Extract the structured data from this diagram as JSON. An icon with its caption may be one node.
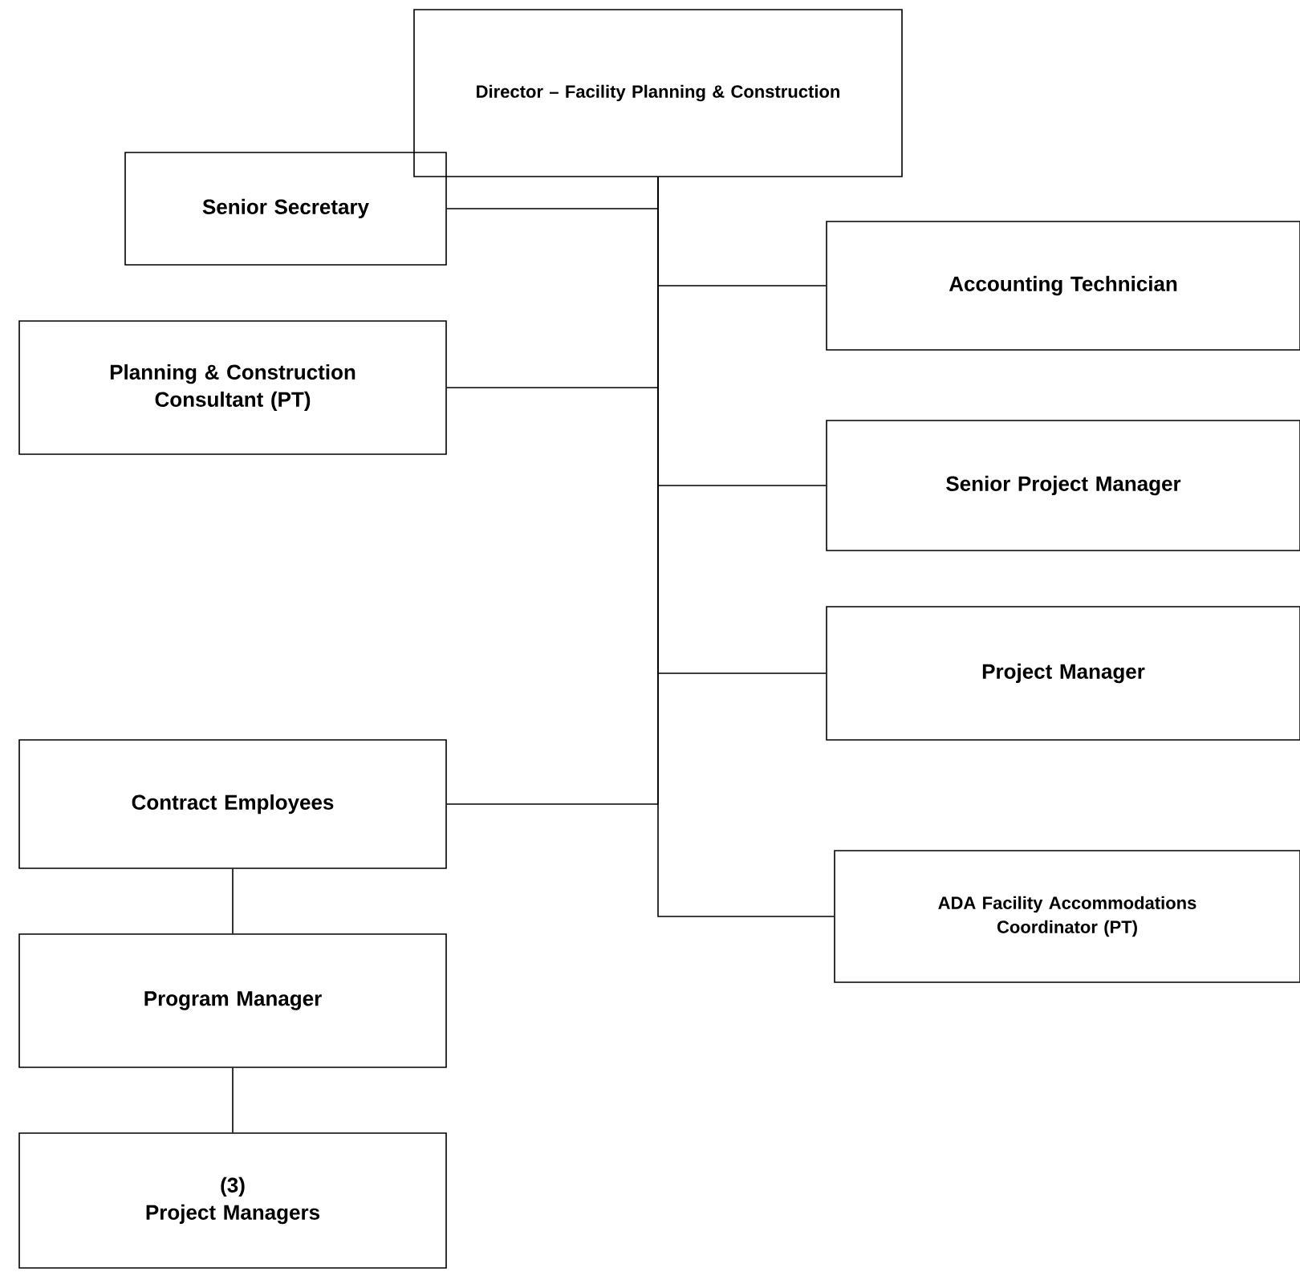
{
  "diagram": {
    "nodes": [
      {
        "text": [
          "Director – Facility Planning & Construction"
        ]
      },
      {
        "text": [
          "Senior Secretary"
        ]
      },
      {
        "text": [
          "Accounting Technician"
        ]
      },
      {
        "text": [
          "Planning & Construction Consultant (PT)"
        ]
      },
      {
        "text": [
          "Senior Project Manager"
        ]
      },
      {
        "text": [
          "Project Manager"
        ]
      },
      {
        "text": [
          "Contract Employees"
        ]
      },
      {
        "text": [
          "ADA Facility Accommodations Coordinator (PT)"
        ]
      },
      {
        "text": [
          "Program Manager"
        ]
      },
      {
        "text": [
          "(3)",
          "Project Managers"
        ]
      }
    ],
    "edges": [
      {
        "from": 0,
        "to": 1,
        "arrow": "none"
      },
      {
        "from": 0,
        "to": 2,
        "arrow": "none"
      },
      {
        "from": 0,
        "to": 3,
        "arrow": "none"
      },
      {
        "from": 0,
        "to": 4,
        "arrow": "none"
      },
      {
        "from": 0,
        "to": 5,
        "arrow": "none"
      },
      {
        "from": 0,
        "to": 6,
        "arrow": "none"
      },
      {
        "from": 0,
        "to": 7,
        "arrow": "none"
      },
      {
        "from": 6,
        "to": 8,
        "arrow": "none"
      },
      {
        "from": 8,
        "to": 9,
        "arrow": "none"
      }
    ]
  }
}
